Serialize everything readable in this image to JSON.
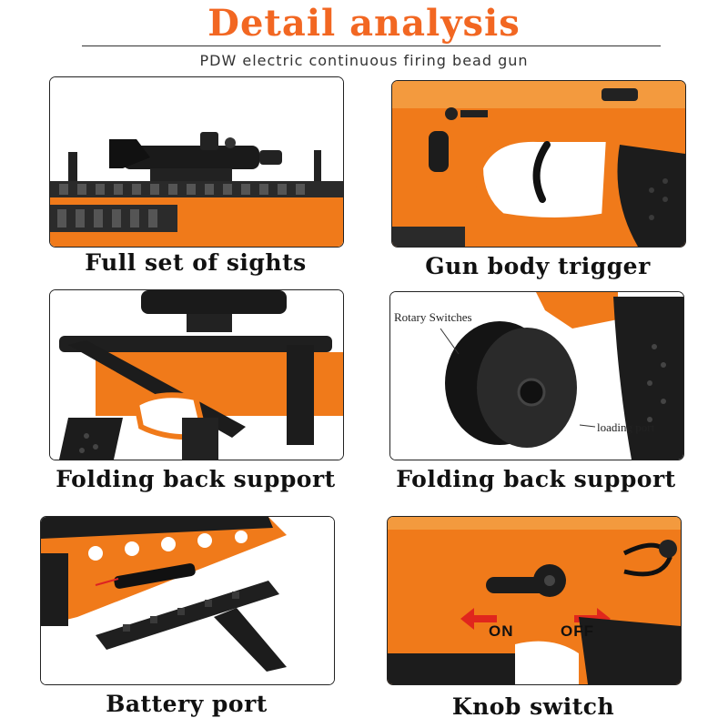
{
  "header": {
    "title": "Detail analysis",
    "subtitle": "PDW electric continuous firing bead gun"
  },
  "panels": [
    {
      "caption": "Full set of sights"
    },
    {
      "caption": "Gun body trigger"
    },
    {
      "caption": "Folding back support"
    },
    {
      "caption": "Folding back support",
      "callouts": [
        "Rotary Switches",
        "loading port"
      ]
    },
    {
      "caption": "Battery port"
    },
    {
      "caption": "Knob switch",
      "labels": [
        "ON",
        "OFF"
      ]
    }
  ],
  "colors": {
    "accent": "#f26722",
    "body_orange": "#f07a1a",
    "body_black": "#1c1c1c",
    "arrow_red": "#e0261d"
  }
}
